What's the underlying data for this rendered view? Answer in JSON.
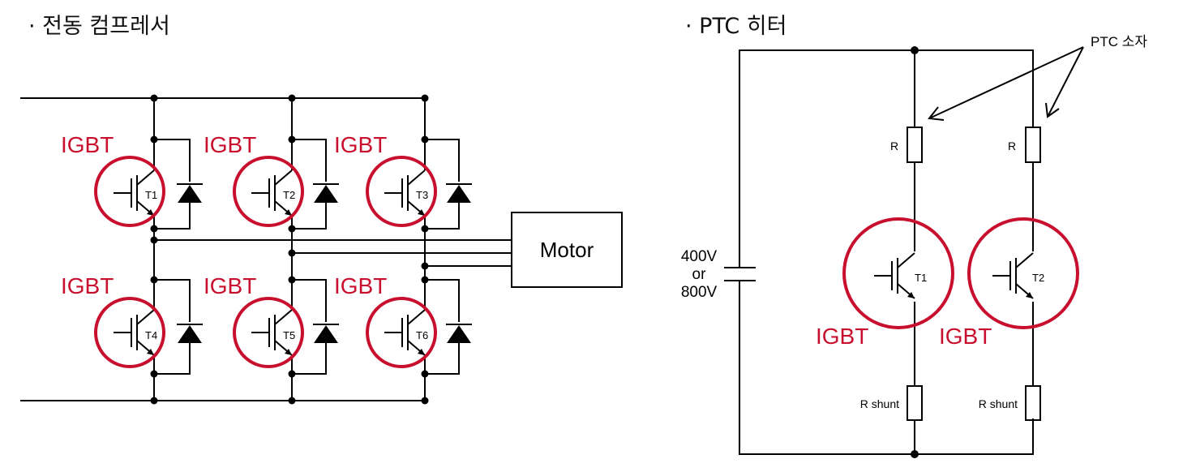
{
  "left": {
    "title": "· 전동 컴프레서",
    "igbt_label": "IGBT",
    "transistors": [
      "T1",
      "T2",
      "T3",
      "T4",
      "T5",
      "T6"
    ],
    "motor_label": "Motor"
  },
  "right": {
    "title": "· PTC 히터",
    "ptc_label": "PTC 소자",
    "voltage_lines": [
      "400V",
      "or",
      "800V"
    ],
    "resistor_label": "R",
    "shunt_label": "R shunt",
    "igbt_label": "IGBT",
    "transistors": [
      "T1",
      "T2"
    ]
  },
  "colors": {
    "highlight": "#c8102e",
    "wire": "#000000"
  }
}
